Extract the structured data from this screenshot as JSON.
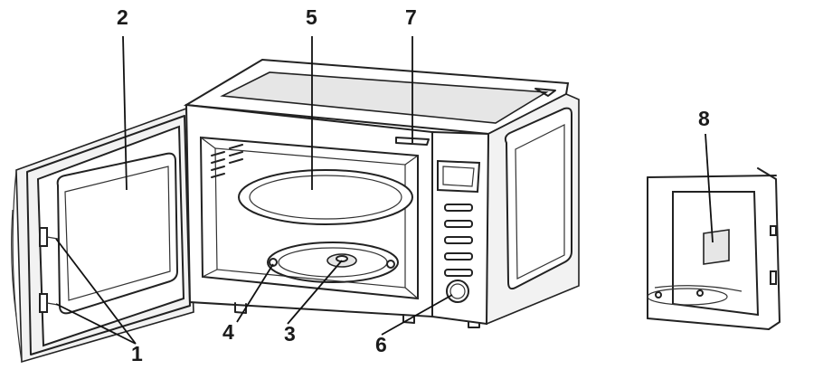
{
  "diagram": {
    "callouts": [
      {
        "id": "door-hinge",
        "label": "1"
      },
      {
        "id": "door-window",
        "label": "2"
      },
      {
        "id": "turntable-hub",
        "label": "3"
      },
      {
        "id": "roller-ring",
        "label": "4"
      },
      {
        "id": "glass-tray",
        "label": "5"
      },
      {
        "id": "control-knob",
        "label": "6"
      },
      {
        "id": "safety-lock-system",
        "label": "7"
      },
      {
        "id": "waveguide-cover",
        "label": "8"
      }
    ],
    "colors": {
      "line": "#222222",
      "panel": "#f2f2f2",
      "background": "#ffffff"
    }
  }
}
